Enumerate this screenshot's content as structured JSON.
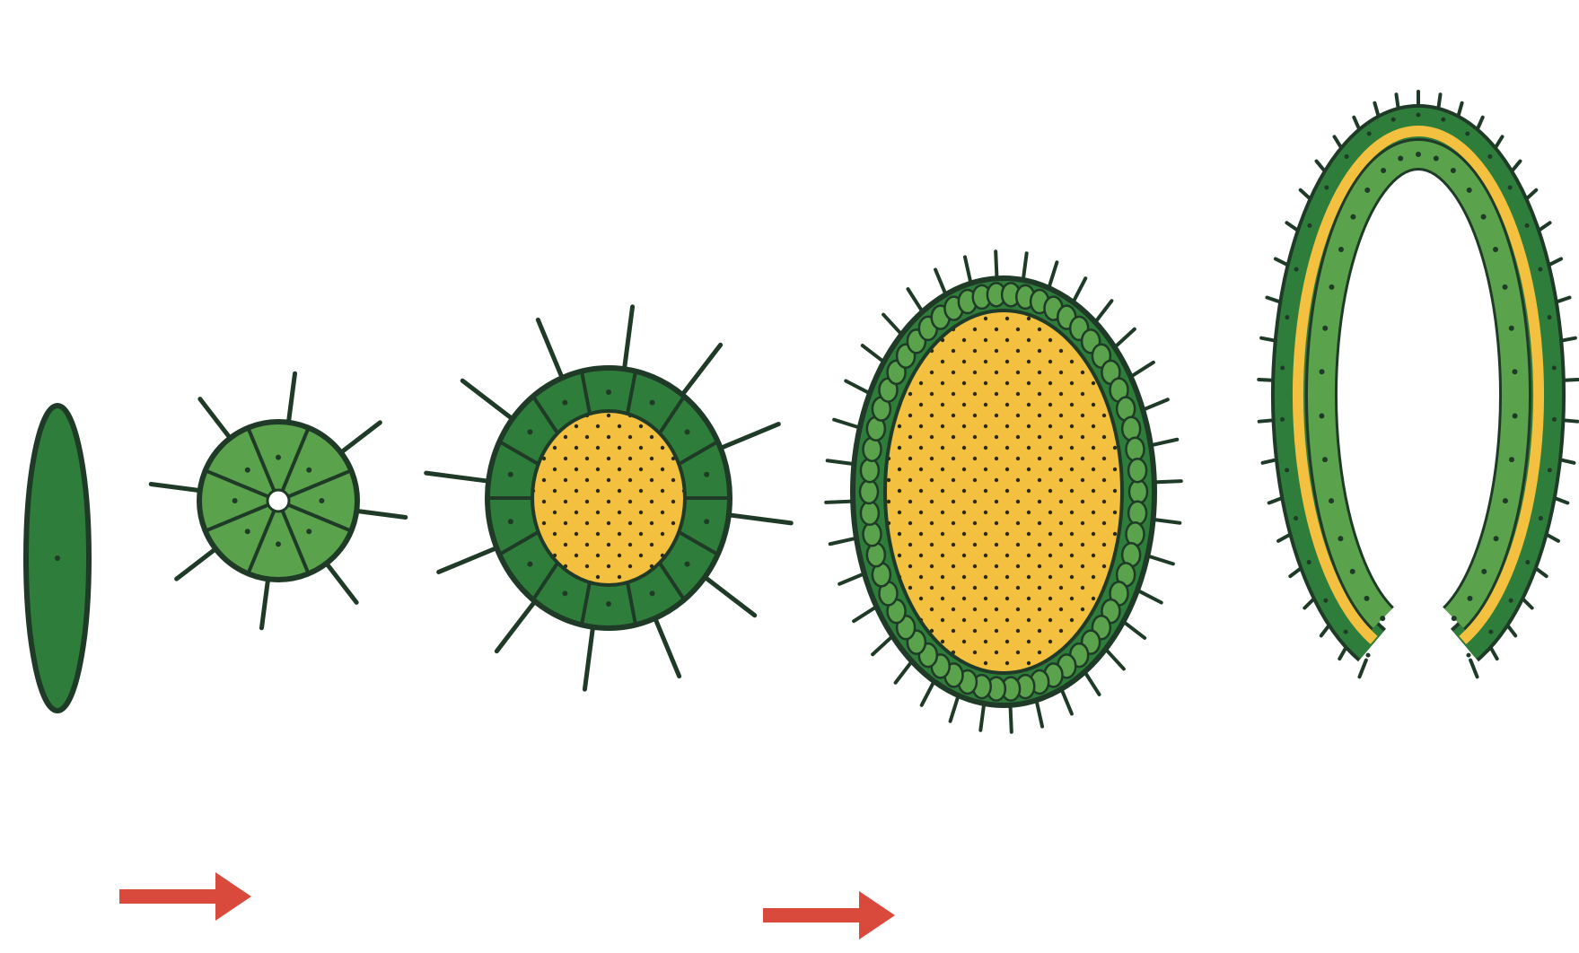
{
  "diagram": {
    "stages": [
      {
        "id": "single-cell"
      },
      {
        "id": "eight-cell-ball"
      },
      {
        "id": "ring-with-yolk"
      },
      {
        "id": "large-ring-with-yolk"
      },
      {
        "id": "c-shaped-folding"
      }
    ],
    "arrows": [
      {
        "id": "arrow-1"
      },
      {
        "id": "arrow-2"
      }
    ]
  },
  "colors": {
    "background": "#ffffff",
    "cell_light": "#5aa24c",
    "cell_dark": "#2f7d3a",
    "outline": "#1f3b27",
    "yolk": "#f4c040",
    "yolk_dots": "#2a2a1a",
    "arrow": "#d94a3d"
  }
}
